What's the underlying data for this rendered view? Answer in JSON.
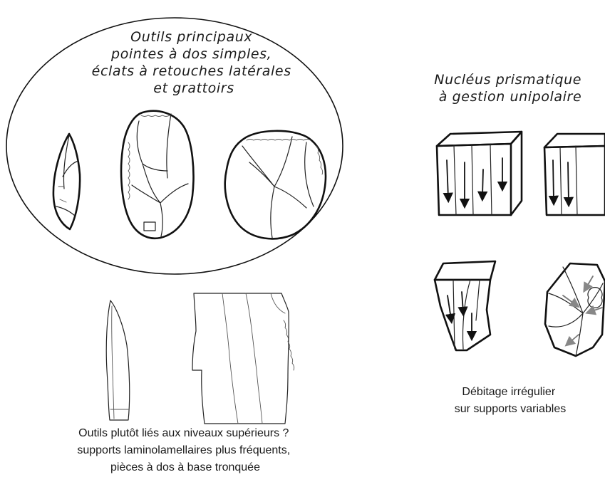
{
  "main_tools": {
    "lines": [
      "Outils principaux",
      "pointes à dos simples,",
      "éclats à retouches latérales",
      "et grattoirs"
    ]
  },
  "nucleus": {
    "lines": [
      "Nucléus prismatique",
      "à gestion unipolaire"
    ]
  },
  "irregular": {
    "lines": [
      "Débitage irrégulier",
      "sur supports variables"
    ]
  },
  "upper_tools": {
    "lines": [
      "Outils plutôt liés aux niveaux supérieurs ?",
      "supports laminolamellaires plus fréquents,",
      "pièces à dos à base tronquée"
    ]
  }
}
